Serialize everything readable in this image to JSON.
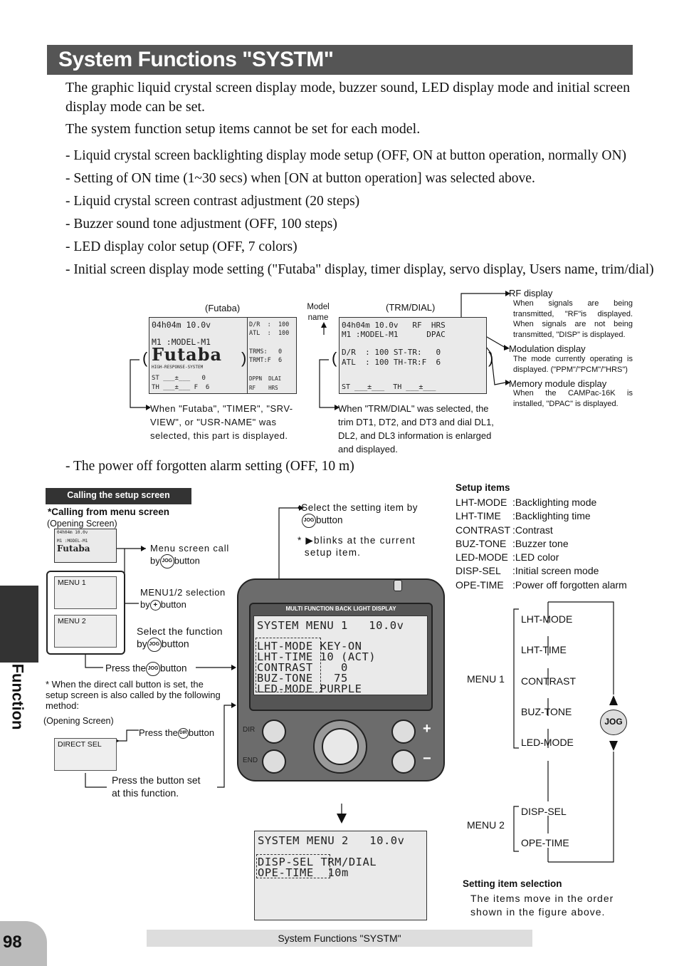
{
  "title": "System Functions  \"SYSTM\"",
  "intro": [
    "The graphic liquid crystal screen display mode, buzzer sound, LED display mode and initial screen display mode can be set.",
    "The system function setup items cannot be set for each model."
  ],
  "bullets": [
    "- Liquid crystal screen backlighting display mode setup (OFF, ON at button operation, normally ON)",
    "- Setting of ON time (1~30 secs) when [ON at button operation] was selected above.",
    "- Liquid crystal screen contrast adjustment (20 steps)",
    "- Buzzer sound tone adjustment (OFF, 100 steps)",
    "- LED display color setup (OFF, 7 colors)",
    "- Initial screen display mode setting (\"Futaba\" display, timer display, servo display, Users name, trim/dial)"
  ],
  "bullet_last": "- The power off forgotten alarm setting (OFF, 10 m)",
  "fig_top": {
    "futaba_label": "Futaba",
    "trm_label": "(TRM/DIAL)",
    "model_name_label": "Model\nname",
    "futaba_lcd": [
      "04h04m 10.0v",
      "M1 :MODEL-M1",
      "Futaba",
      "HIGH-RESPONSE-SYSTEM",
      "ST ___±___   0",
      "TH ___±___ F  6"
    ],
    "futaba_right": [
      "D/R  :  100",
      "ATL  :  100",
      "TRMS:   0",
      "TRMT:F  6",
      "DPPN  DLAI",
      "RF    HRS"
    ],
    "trm_lcd": [
      "04h04m 10.0v   RF  HRS",
      "M1 :MODEL-M1      DPAC",
      "D/R  : 100 ST-TR:   0",
      "ATL  : 100 TH-TR:F  6",
      "ST ___±___  TH ___±___"
    ],
    "futaba_note": "When \"Futaba\", \"TIMER\", \"SRV-VIEW\", or \"USR-NAME\" was selected, this part is displayed.",
    "trm_note": "When \"TRM/DIAL\" was selected, the trim DT1, DT2, and DT3 and dial DL1, DL2, and DL3 information is enlarged and displayed.",
    "rf_title": "RF display",
    "rf_desc": "When signals are being transmitted, \"RF\"is displayed. When signals are not being transmitted, \"DISP\" is displayed.",
    "mod_title": "Modulation display",
    "mod_desc": "The mode currently operating is displayed. (\"PPM\"/\"PCM\"/\"HRS\")",
    "mem_title": "Memory module display",
    "mem_desc": "When the CAMPac-16K is installed, \"DPAC\" is displayed."
  },
  "calling": {
    "header": "Calling the setup screen",
    "from_menu": "*Calling from menu screen",
    "opening1": "(Opening Screen)",
    "menu_call": "Menu screen call",
    "by": "by",
    "button": "button",
    "menu1": "MENU 1",
    "menu2": "MENU 2",
    "menu_sel": "MENU1/2 selection",
    "select_func": "Select the function",
    "press_the": "Press the",
    "direct_note": "* When the direct call button is set, the setup screen is also called by the following method:",
    "opening2": "(Opening Screen)",
    "direct_sel": "DIRECT SEL",
    "press_dir": "Press the",
    "press_set": "Press the button set\nat this function.",
    "select_item": "•Select the setting item by",
    "blinks": "* ▶blinks at the current\n  setup item."
  },
  "device": {
    "tabs": "MULTI  FUNCTION  BACK  LIGHT  DISPLAY",
    "screen1": [
      "SYSTEM MENU 1   10.0v",
      "LHT-MODE KEY-ON",
      "LHT-TIME 10 (ACT)",
      "CONTRAST    0",
      "BUZ-TONE   75",
      "LED-MODE PURPLE"
    ],
    "dir": "DIR",
    "end": "END",
    "plus": "+",
    "minus": "−",
    "screen2": [
      "SYSTEM MENU 2   10.0v",
      "DISP-SEL TRM/DIAL",
      "OPE-TIME  10m"
    ]
  },
  "setup": {
    "header": "Setup items",
    "items": [
      [
        "LHT-MODE",
        ":Backlighting mode"
      ],
      [
        "LHT-TIME",
        ":Backlighting time"
      ],
      [
        "CONTRAST",
        ":Contrast"
      ],
      [
        "BUZ-TONE",
        ":Buzzer tone"
      ],
      [
        "LED-MODE",
        ":LED color"
      ],
      [
        "DISP-SEL",
        ":Initial screen mode"
      ],
      [
        "OPE-TIME",
        ":Power off forgotten alarm"
      ]
    ],
    "menu1_label": "MENU 1",
    "menu2_label": "MENU 2",
    "menu1_items": [
      "LHT-MODE",
      "LHT-TIME",
      "CONTRAST",
      "BUZ-TONE",
      "LED-MODE"
    ],
    "menu2_items": [
      "DISP-SEL",
      "OPE-TIME"
    ],
    "jog": "JOG",
    "sel_title": "Setting item selection",
    "sel_desc": "The items move in the order shown in the figure above."
  },
  "side_label": "Function",
  "page_number": "98",
  "footer": "System Functions  \"SYSTM\""
}
